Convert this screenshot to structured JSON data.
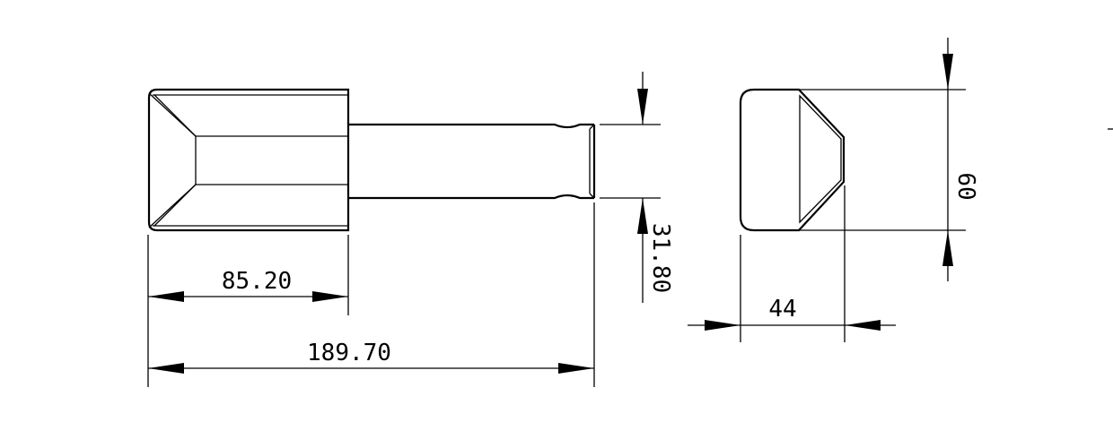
{
  "dimensions": {
    "head_length": "85.20",
    "total_length": "189.70",
    "shaft_diameter": "31.80",
    "head_width": "44",
    "head_height": "60"
  },
  "colors": {
    "line": "#000000",
    "background": "#ffffff"
  }
}
